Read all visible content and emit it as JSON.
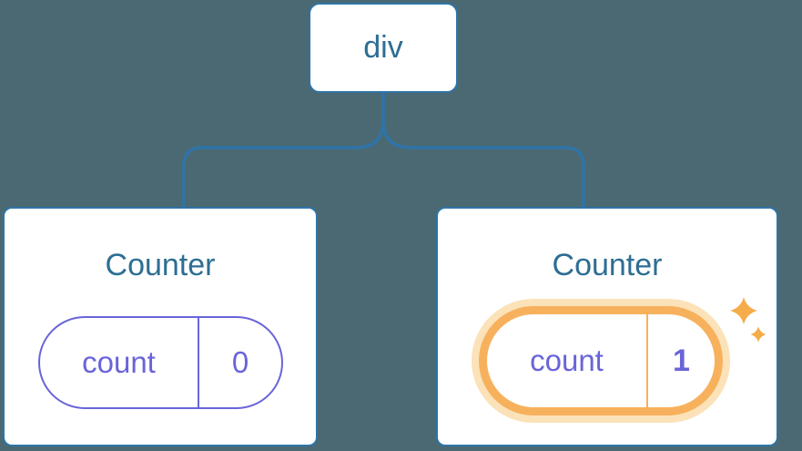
{
  "diagram": {
    "type": "react-component-tree",
    "root": {
      "label": "div"
    },
    "children": [
      {
        "title": "Counter",
        "state_name": "count",
        "state_value": "0",
        "highlighted": false
      },
      {
        "title": "Counter",
        "state_name": "count",
        "state_value": "1",
        "highlighted": true
      }
    ]
  },
  "colors": {
    "background": "#4B6972",
    "card-bg": "#FFFFFF",
    "node-border": "#2E74A8",
    "node-text": "#2D6E93",
    "state-purple": "#6A64D9",
    "highlight-orange": "#F7B15C",
    "highlight-glow": "#FBE2B8",
    "sparkle": "#F5AC49"
  },
  "icons": {
    "sparkle_large": "four-point-star",
    "sparkle_small": "four-point-star"
  }
}
